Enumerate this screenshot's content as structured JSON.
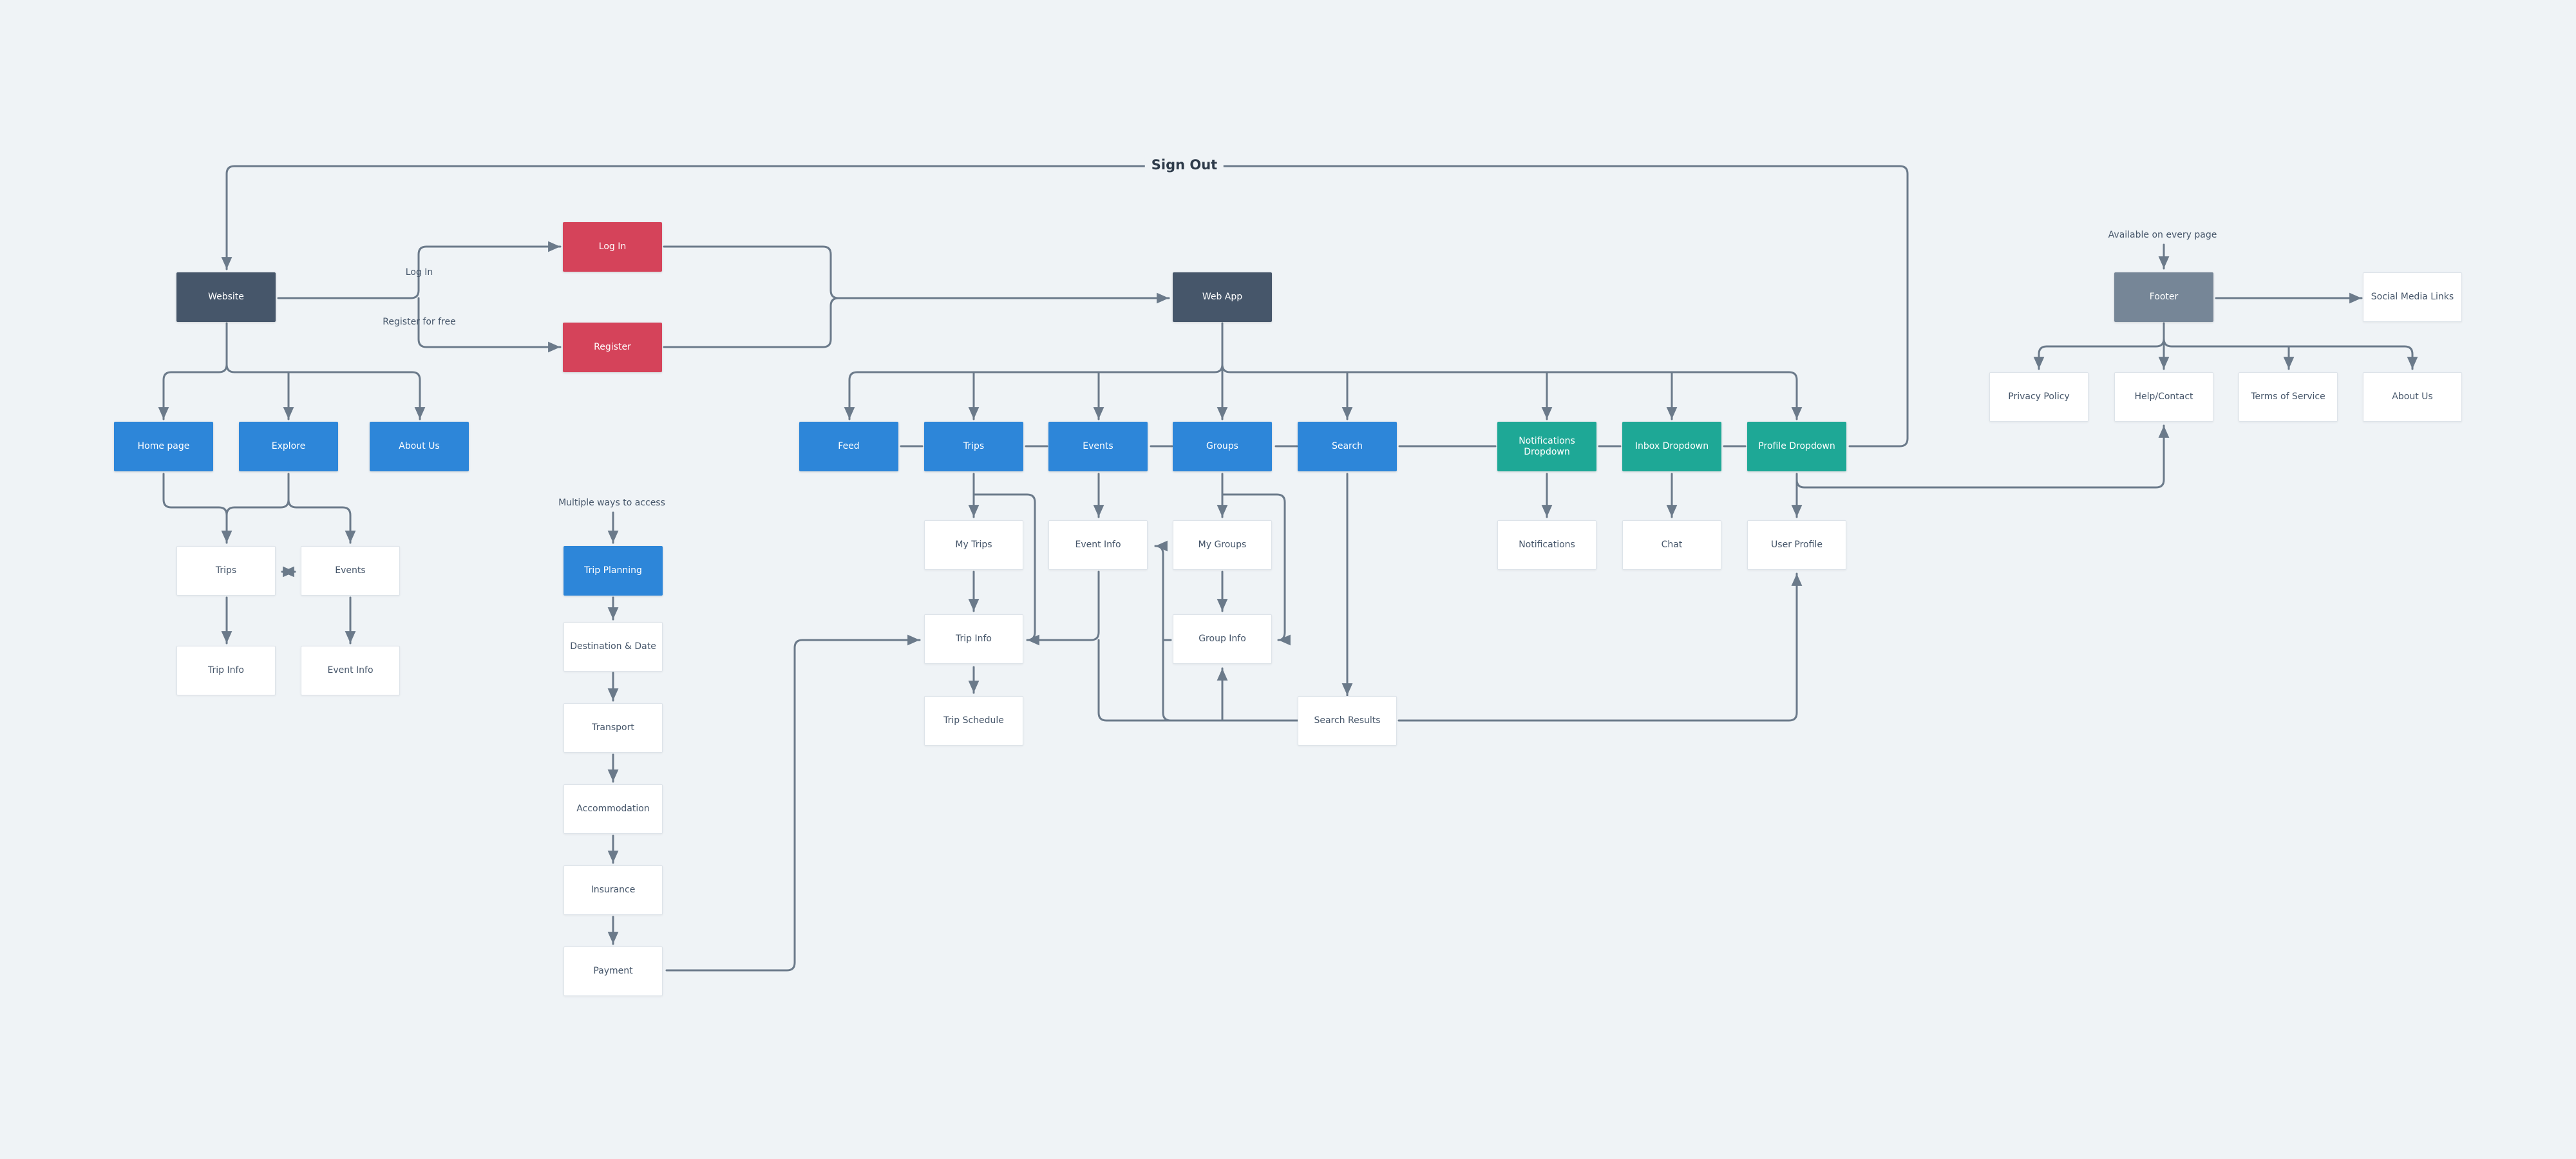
{
  "diagram": {
    "sign_out": "Sign Out",
    "log_in_label": "Log In",
    "register_label": "Register for free",
    "multiple_ways": "Multiple ways to access",
    "every_page": "Available on every page",
    "colors": {
      "line": "#6b7a8a",
      "background": "#eff3f6",
      "dark_node": "#46566a",
      "red_node": "#d5435a",
      "blue_node": "#2d86d9",
      "teal_node": "#1ea896",
      "grey_node": "#768697",
      "white_node": "#ffffff"
    }
  },
  "nodes": {
    "website": "Website",
    "log_in": "Log In",
    "register": "Register",
    "web_app": "Web App",
    "footer": "Footer",
    "social_links": "Social Media Links",
    "privacy": "Privacy Policy",
    "help": "Help/Contact",
    "terms": "Terms of Service",
    "footer_about": "About Us",
    "home": "Home page",
    "explore": "Explore",
    "site_about": "About Us",
    "ex_trips": "Trips",
    "ex_events": "Events",
    "ex_trip_info": "Trip Info",
    "ex_event_info": "Event Info",
    "trip_planning": "Trip Planning",
    "dest": "Destination & Date",
    "transport": "Transport",
    "accom": "Accommodation",
    "insurance": "Insurance",
    "payment": "Payment",
    "feed": "Feed",
    "trips": "Trips",
    "events": "Events",
    "groups": "Groups",
    "search": "Search",
    "notif_dd": "Notifications Dropdown",
    "inbox_dd": "Inbox Dropdown",
    "profile_dd": "Profile Dropdown",
    "my_trips": "My Trips",
    "event_info": "Event Info",
    "my_groups": "My Groups",
    "notifications": "Notifications",
    "chat": "Chat",
    "user_profile": "User Profile",
    "trip_info": "Trip Info",
    "group_info": "Group Info",
    "trip_schedule": "Trip Schedule",
    "search_results": "Search Results"
  }
}
